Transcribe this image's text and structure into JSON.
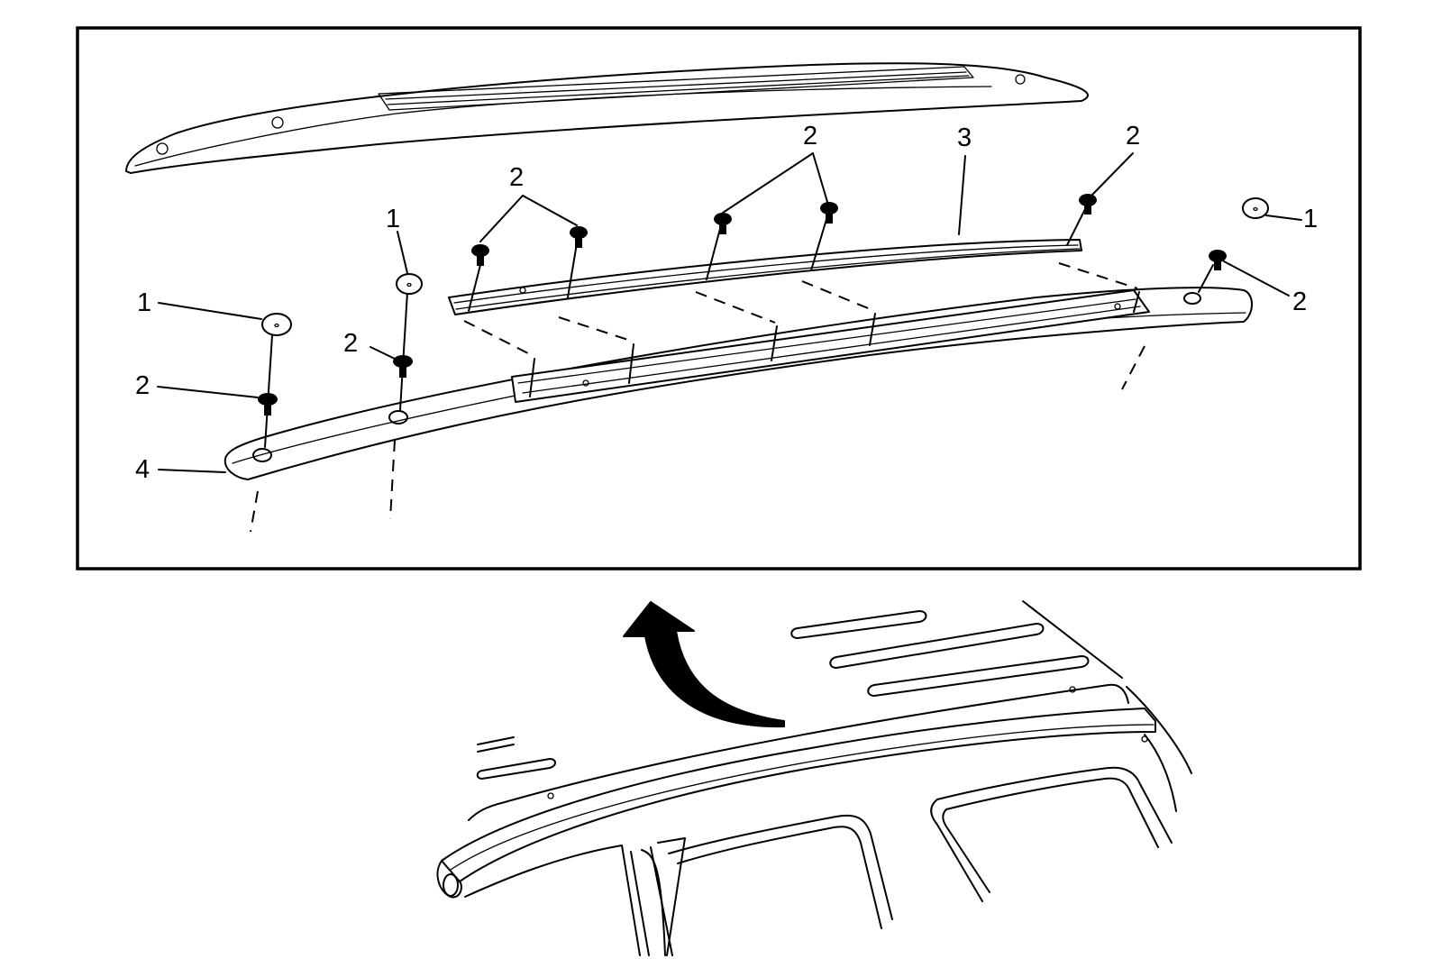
{
  "callouts": {
    "cap_left": "1",
    "cap_mid": "1",
    "cap_right": "1",
    "bolt_left_a": "2",
    "bolt_left_b": "2",
    "bolt_pair_a": "2",
    "bolt_pair_b": "2",
    "bolt_right_top": "2",
    "bolt_right_end": "2",
    "channel": "3",
    "rail_base": "4"
  },
  "icons": {
    "arrow": "curved-arrow-icon",
    "fastener": "bolt-icon",
    "cap": "cap-icon"
  }
}
